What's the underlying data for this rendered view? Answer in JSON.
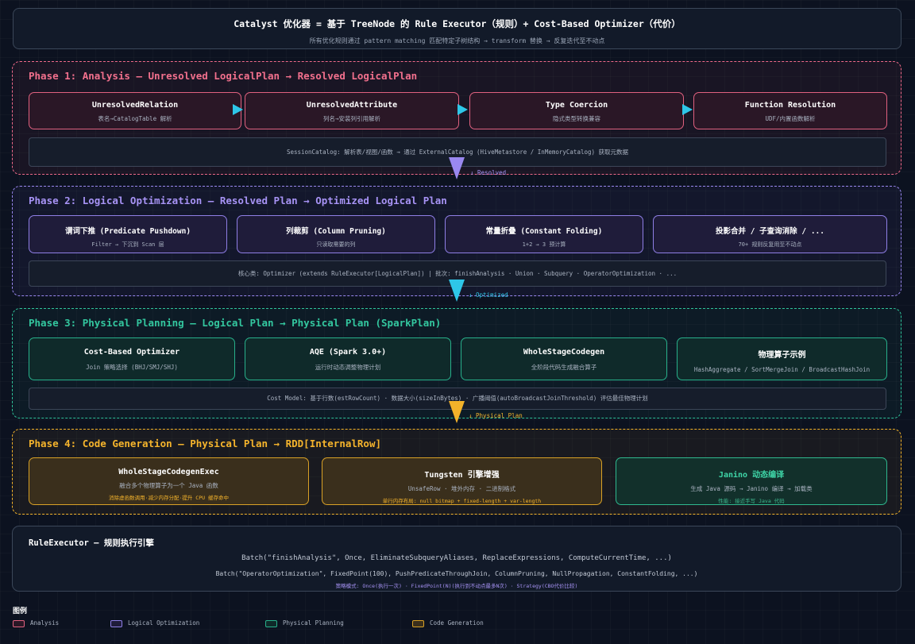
{
  "header": {
    "title": "Catalyst 优化器 = 基于 TreeNode 的 Rule Executor（规则）+ Cost-Based Optimizer（代价）",
    "subtitle": "所有优化规则通过 pattern matching 匹配特定子树结构 → transform 替换 → 反复迭代至不动点"
  },
  "phase1": {
    "title": "Phase 1: Analysis — Unresolved LogicalPlan → Resolved LogicalPlan",
    "boxes": [
      {
        "title": "UnresolvedRelation",
        "sub": "表名→CatalogTable 解析"
      },
      {
        "title": "UnresolvedAttribute",
        "sub": "列名→安装列引用解析"
      },
      {
        "title": "Type Coercion",
        "sub": "隐式类型转换兼容"
      },
      {
        "title": "Function Resolution",
        "sub": "UDF/内置函数解析"
      }
    ],
    "info": "SessionCatalog: 解析表/视图/函数 → 通过 ExternalCatalog (HiveMetastore / InMemoryCatalog) 获取元数据",
    "arrow_label": "↓ Resolved"
  },
  "phase2": {
    "title": "Phase 2: Logical Optimization — Resolved Plan → Optimized Logical Plan",
    "boxes": [
      {
        "title": "谓词下推 (Predicate Pushdown)",
        "sub": "Filter → 下沉到 Scan 层"
      },
      {
        "title": "列裁剪 (Column Pruning)",
        "sub": "只读取需要的列"
      },
      {
        "title": "常量折叠 (Constant Folding)",
        "sub": "1+2 → 3 预计算"
      },
      {
        "title": "投影合并 / 子查询消除 / ...",
        "sub": "70+ 规则反复用至不动点"
      }
    ],
    "info": "核心类: Optimizer (extends RuleExecutor[LogicalPlan]) | 批次: finishAnalysis · Union · Subquery · OperatorOptimization · ...",
    "arrow_label": "↓ Optimized"
  },
  "phase3": {
    "title": "Phase 3: Physical Planning — Logical Plan → Physical Plan (SparkPlan)",
    "boxes": [
      {
        "title": "Cost-Based Optimizer",
        "sub": "Join 策略选择 (BHJ/SMJ/SHJ)"
      },
      {
        "title": "AQE (Spark 3.0+)",
        "sub": "运行时动态调整物理计划"
      },
      {
        "title": "WholeStageCodegen",
        "sub": "全阶段代码生成融合算子"
      },
      {
        "title": "物理算子示例",
        "sub": "HashAggregate / SortMergeJoin / BroadcastHashJoin"
      }
    ],
    "info": "Cost Model: 基于行数(estRowCount) · 数据大小(sizeInBytes) · 广播阈值(autoBroadcastJoinThreshold) 评估最佳物理计划",
    "arrow_label": "↓ Physical Plan"
  },
  "phase4": {
    "title": "Phase 4: Code Generation — Physical Plan → RDD[InternalRow]",
    "boxes": [
      {
        "title": "WholeStageCodegenExec",
        "sub": "融合多个物理算子为一个 Java 函数",
        "note": "消除虚函数调用·减少内存分配·提升 CPU 缓存命中"
      },
      {
        "title": "Tungsten 引擎增强",
        "sub": "UnsafeRow · 堆外内存 · 二进制格式",
        "note": "单行内存布局: null bitmap + fixed-length + var-length"
      },
      {
        "title": "Janino 动态编译",
        "sub": "生成 Java 源码 → Janino 编译 → 加载类",
        "note": "性能: 接近手写 Java 代码"
      }
    ]
  },
  "rule_executor": {
    "title": "RuleExecutor — 规则执行引擎",
    "line1": "Batch(\"finishAnalysis\", Once, EliminateSubqueryAliases, ReplaceExpressions, ComputeCurrentTime, ...)",
    "line2": "Batch(\"OperatorOptimization\", FixedPoint(100), PushPredicateThroughJoin, ColumnPruning, NullPropagation, ConstantFolding, ...)",
    "line3": "策略模式: Once(执行一次) · FixedPoint(N)(执行到不动点最多N次) · Strategy(CBO代价比较)"
  },
  "legend": {
    "title": "图例",
    "items": [
      {
        "label": "Analysis",
        "color": "#e0617f"
      },
      {
        "label": "Logical Optimization",
        "color": "#8f7fe6"
      },
      {
        "label": "Physical Planning",
        "color": "#28b08b"
      },
      {
        "label": "Code Generation",
        "color": "#d9a126"
      }
    ]
  },
  "colors": {
    "analysis": "#f06a8a",
    "logical": "#9a88f0",
    "physical": "#2fc29a",
    "codegen": "#f2b22a",
    "connector": "#2ec7e8"
  }
}
